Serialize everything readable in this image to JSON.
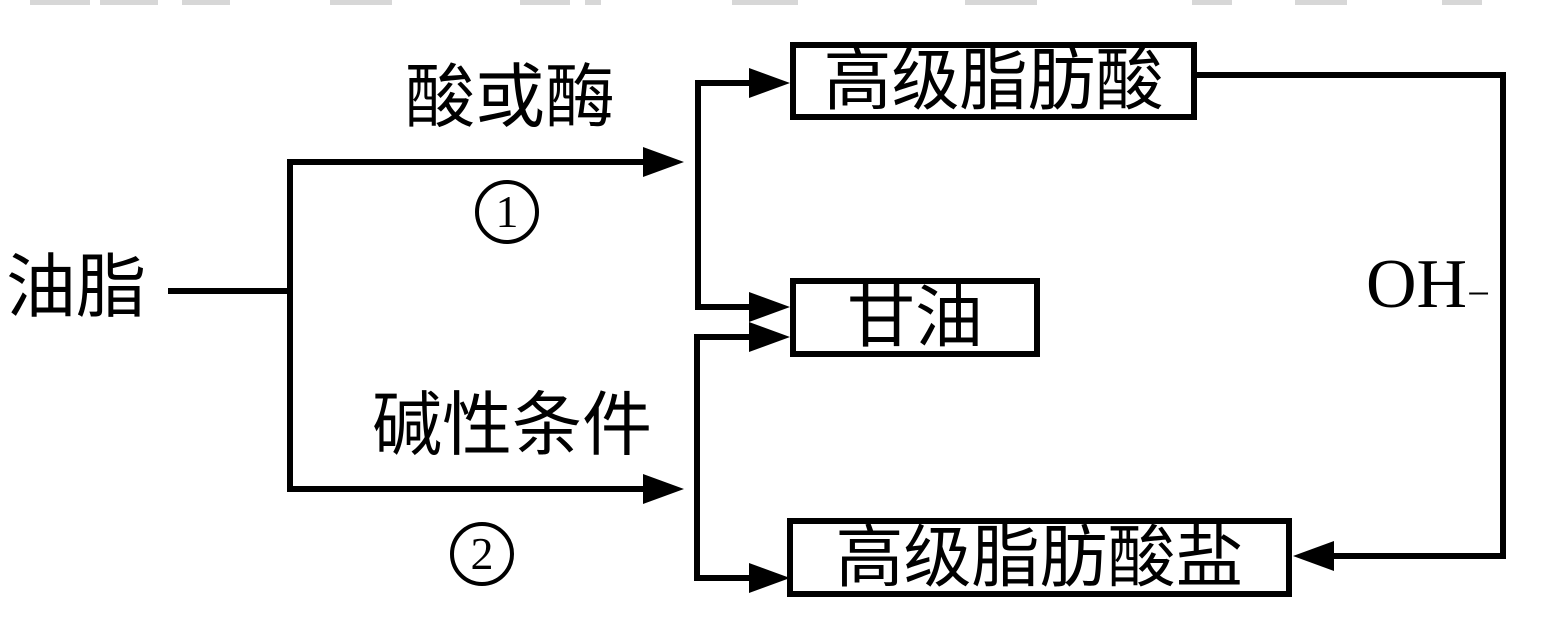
{
  "diagram": {
    "title_hint": "油脂水解流程图",
    "source_label": "油脂",
    "branch1": {
      "condition": "酸或酶",
      "step_number": "1"
    },
    "branch2": {
      "condition": "碱性条件",
      "step_number": "2"
    },
    "products": {
      "fatty_acid": "高级脂肪酸",
      "glycerol": "甘油",
      "fatty_acid_salt": "高级脂肪酸盐"
    },
    "reagent": {
      "base": "OH",
      "superscript": "−"
    }
  },
  "colors": {
    "line": "#000000",
    "background": "#ffffff",
    "text": "#000000"
  }
}
